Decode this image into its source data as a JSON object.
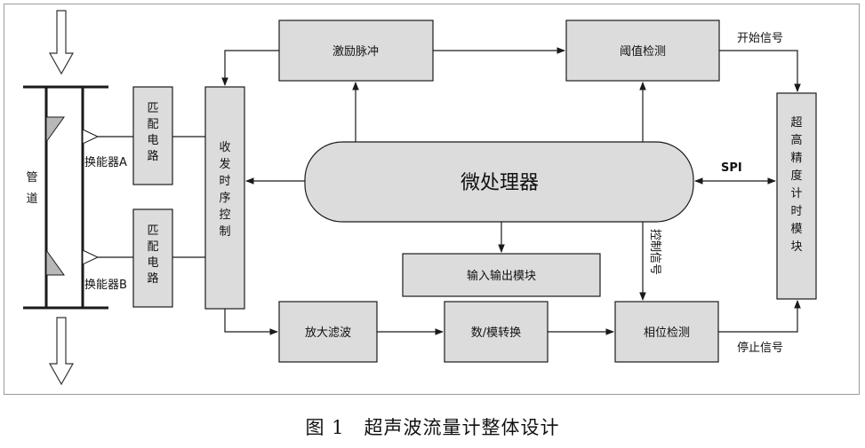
{
  "blocks": {
    "excitation_pulse": "激励脉冲",
    "threshold_detect": "阈值检测",
    "microprocessor": "微处理器",
    "io_module": "输入输出模块",
    "amp_filter": "放大滤波",
    "dac": "数/模转换",
    "phase_detect": "相位检测",
    "tx_rx_timing": "收发时序控制",
    "matching_top": "匹配电路",
    "matching_bottom": "匹配电路",
    "high_precision_timer": "超高精度计时模块",
    "pipe": "管道"
  },
  "labels": {
    "start_signal": "开始信号",
    "stop_signal": "停止信号",
    "spi": "SPI",
    "control_signal": "控制信号",
    "transducer_a": "换能器A",
    "transducer_b": "换能器B"
  },
  "caption": "图 1　超声波流量计整体设计"
}
